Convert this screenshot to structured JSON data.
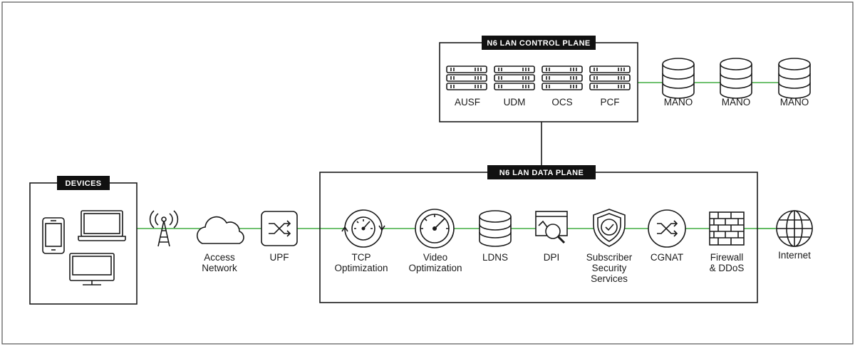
{
  "headers": {
    "control_plane": "N6 LAN CONTROL PLANE",
    "data_plane": "N6 LAN DATA PLANE",
    "devices": "DEVICES"
  },
  "control_plane": {
    "servers": [
      "AUSF",
      "UDM",
      "OCS",
      "PCF"
    ]
  },
  "mano": [
    "MANO",
    "MANO",
    "MANO"
  ],
  "access": {
    "network_line1": "Access",
    "network_line2": "Network",
    "upf": "UPF"
  },
  "data_plane": {
    "tcp": [
      "TCP",
      "Optimization"
    ],
    "video": [
      "Video",
      "Optimization"
    ],
    "ldns": "LDNS",
    "dpi": "DPI",
    "security": [
      "Subscriber",
      "Security",
      "Services"
    ],
    "cgnat": "CGNAT",
    "firewall": [
      "Firewall",
      "& DDoS"
    ]
  },
  "internet": "Internet",
  "colors": {
    "link": "#5cb85c",
    "ink": "#1a1a1a"
  }
}
